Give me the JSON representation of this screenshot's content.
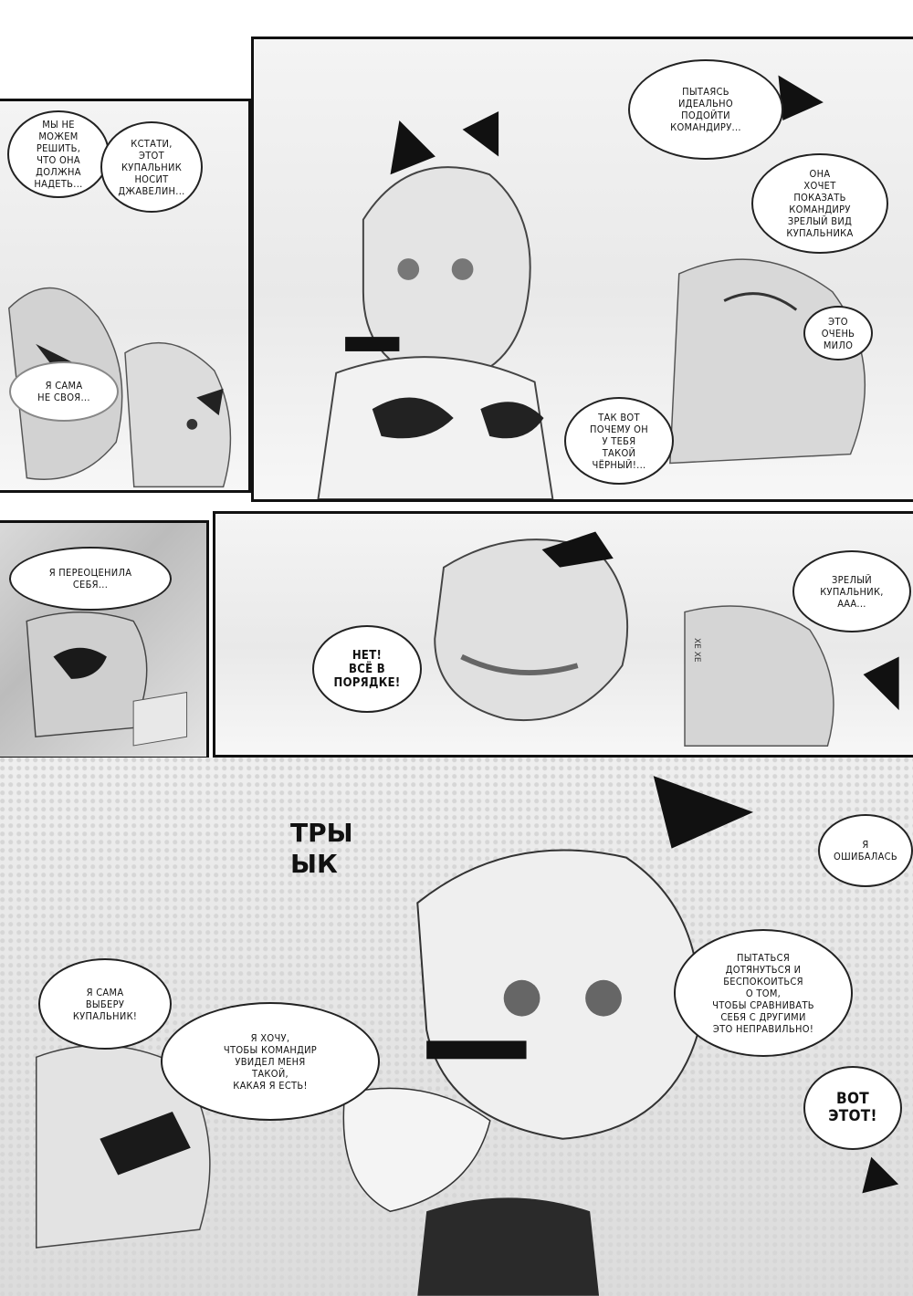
{
  "panel1": {
    "bubble_a": "МЫ НЕ\nМОЖЕМ\nРЕШИТЬ,\nЧТО ОНА\nДОЛЖНА\nНАДЕТЬ...",
    "bubble_b": "КСТАТИ,\nЭТОТ\nКУПАЛЬНИК\nНОСИТ\nДЖАВЕЛИН...",
    "bubble_c": "Я САМА\nНЕ СВОЯ..."
  },
  "panel2": {
    "bubble_a": "ПЫТАЯСЬ\nИДЕАЛЬНО\nПОДОЙТИ\nКОМАНДИРУ...",
    "bubble_b": "ОНА\nХОЧЕТ\nПОКАЗАТЬ\nКОМАНДИРУ\nЗРЕЛЫЙ ВИД\nКУПАЛЬНИКА",
    "bubble_c": "ЭТО\nОЧЕНЬ\nМИЛО",
    "bubble_d": "ТАК ВОТ\nПОЧЕМУ ОН\nУ ТЕБЯ\nТАКОЙ\nЧЁРНЫЙ!..."
  },
  "panel3": {
    "bubble_a": "Я ПЕРЕОЦЕНИЛА\nСЕБЯ...",
    "bubble_b": "НЕТ!\nВСЁ В\nПОРЯДКЕ!",
    "bubble_c": "ЗРЕЛЫЙ\nКУПАЛЬНИК,\nААА...",
    "small_note": "ХЕ ХЕ"
  },
  "panel4": {
    "bubble_a": "Я\nОШИБАЛАСЬ",
    "bubble_b": "ПЫТАТЬСЯ\nДОТЯНУТЬСЯ И\nБЕСПОКОИТЬСЯ\nО ТОМ,\nЧТОБЫ СРАВНИВАТЬ\nСЕБЯ С ДРУГИМИ\nЭТО НЕПРАВИЛЬНО!",
    "bubble_c": "Я САМА\nВЫБЕРУ\nКУПАЛЬНИК!",
    "bubble_d": "Я ХОЧУ,\nЧТОБЫ КОМАНДИР\nУВИДЕЛ МЕНЯ\nТАКОЙ,\nКАКАЯ Я ЕСТЬ!",
    "bubble_e": "ВОТ\nЭТОТ!",
    "sfx": "ТРЫ\nЫК"
  }
}
